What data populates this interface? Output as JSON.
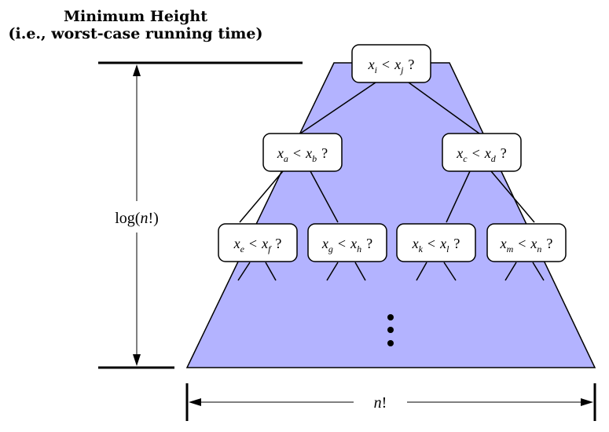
{
  "title": {
    "line1": "Minimum Height",
    "line2": "(i.e., worst-case running time)"
  },
  "height_label": {
    "func": "log(",
    "var": "n",
    "tail": "!)"
  },
  "width_label": {
    "var": "n",
    "tail": "!"
  },
  "nodes": {
    "root": {
      "a": "i",
      "b": "j"
    },
    "left": {
      "a": "a",
      "b": "b"
    },
    "right": {
      "a": "c",
      "b": "d"
    },
    "ll": {
      "a": "e",
      "b": "f"
    },
    "lr": {
      "a": "g",
      "b": "h"
    },
    "rl": {
      "a": "k",
      "b": "l"
    },
    "rr": {
      "a": "m",
      "b": "n"
    }
  },
  "node_text": {
    "variable": "x",
    "operator": "<",
    "question": "?"
  },
  "colors": {
    "triangle_fill": "#b3b3ff",
    "stroke": "#000000",
    "node_fill": "#ffffff"
  }
}
